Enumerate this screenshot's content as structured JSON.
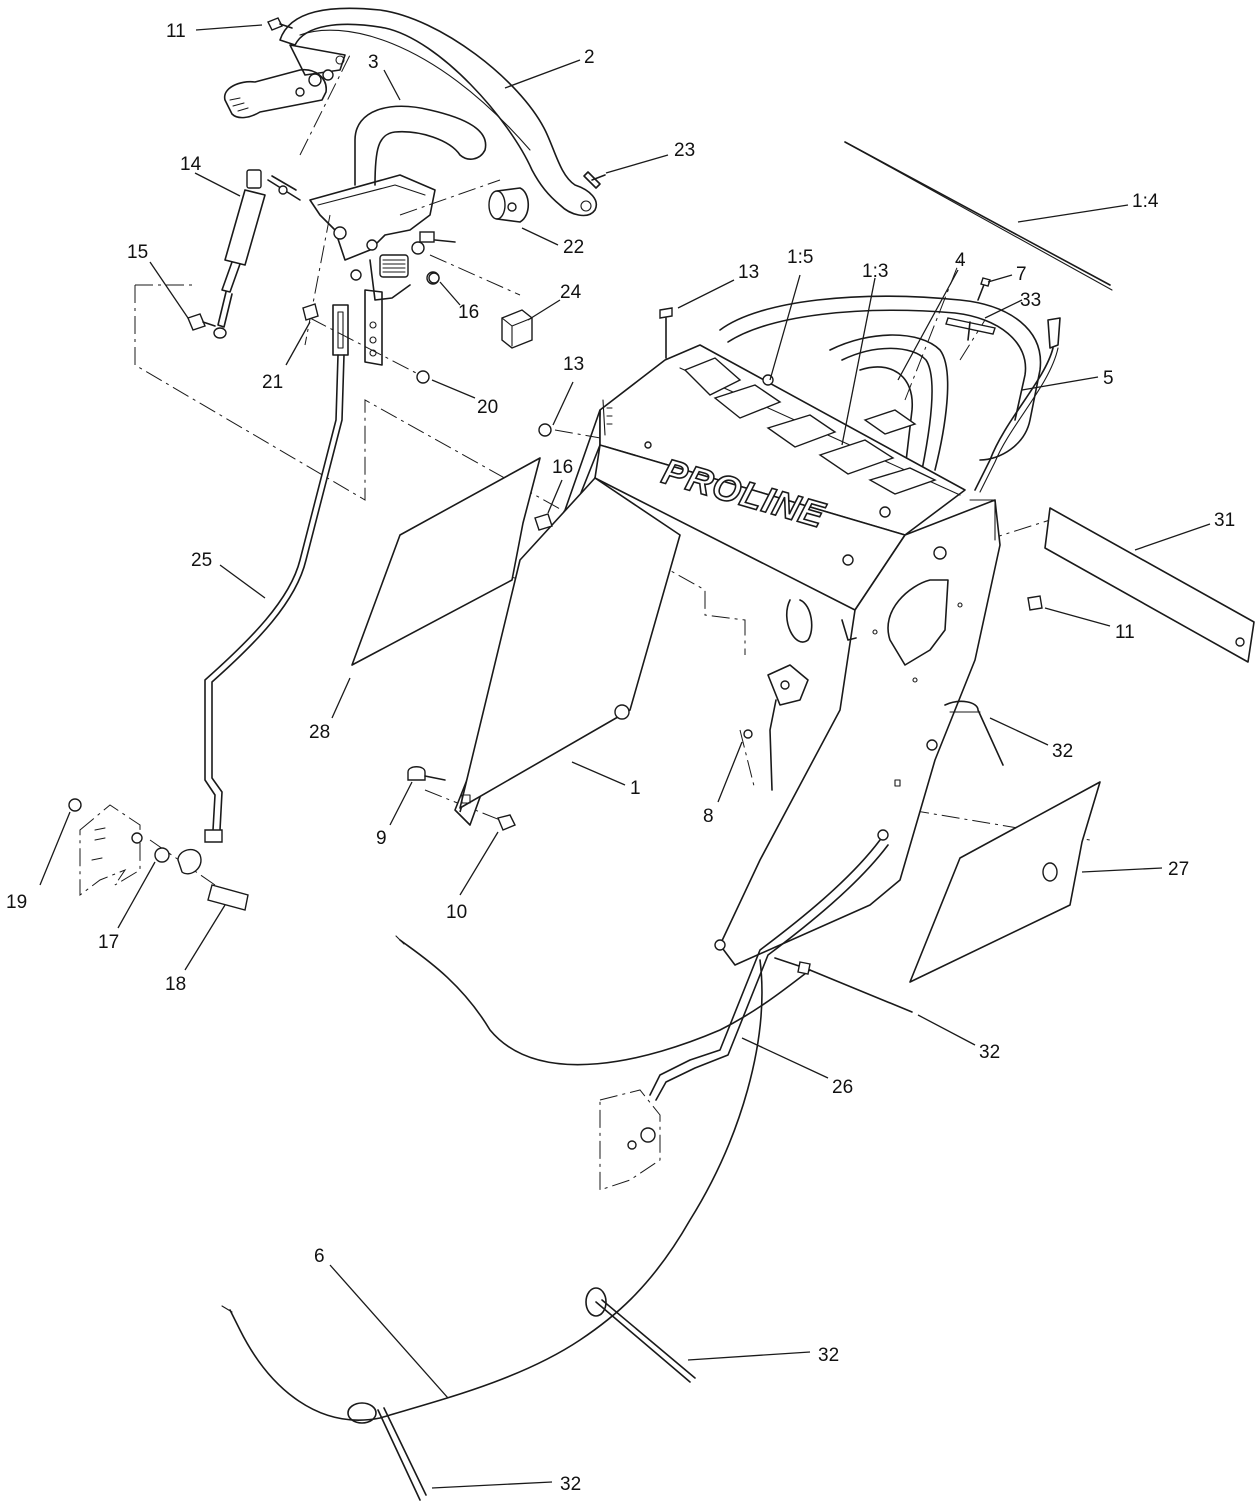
{
  "brand_text": "PROLINE",
  "callouts": [
    {
      "id": "c-11a",
      "label": "11"
    },
    {
      "id": "c-2",
      "label": "2"
    },
    {
      "id": "c-3",
      "label": "3"
    },
    {
      "id": "c-23",
      "label": "23"
    },
    {
      "id": "c-14",
      "label": "14"
    },
    {
      "id": "c-22",
      "label": "22"
    },
    {
      "id": "c-1-4",
      "label": "1:4"
    },
    {
      "id": "c-15",
      "label": "15"
    },
    {
      "id": "c-13a",
      "label": "13"
    },
    {
      "id": "c-1-5",
      "label": "1:5"
    },
    {
      "id": "c-1-3",
      "label": "1:3"
    },
    {
      "id": "c-4",
      "label": "4"
    },
    {
      "id": "c-7",
      "label": "7"
    },
    {
      "id": "c-24",
      "label": "24"
    },
    {
      "id": "c-33",
      "label": "33"
    },
    {
      "id": "c-16a",
      "label": "16"
    },
    {
      "id": "c-21",
      "label": "21"
    },
    {
      "id": "c-20",
      "label": "20"
    },
    {
      "id": "c-13b",
      "label": "13"
    },
    {
      "id": "c-5",
      "label": "5"
    },
    {
      "id": "c-16b",
      "label": "16"
    },
    {
      "id": "c-25",
      "label": "25"
    },
    {
      "id": "c-31",
      "label": "31"
    },
    {
      "id": "c-11b",
      "label": "11"
    },
    {
      "id": "c-28",
      "label": "28"
    },
    {
      "id": "c-32a",
      "label": "32"
    },
    {
      "id": "c-1",
      "label": "1"
    },
    {
      "id": "c-9",
      "label": "9"
    },
    {
      "id": "c-8",
      "label": "8"
    },
    {
      "id": "c-10",
      "label": "10"
    },
    {
      "id": "c-27",
      "label": "27"
    },
    {
      "id": "c-19",
      "label": "19"
    },
    {
      "id": "c-17",
      "label": "17"
    },
    {
      "id": "c-18",
      "label": "18"
    },
    {
      "id": "c-32b",
      "label": "32"
    },
    {
      "id": "c-26",
      "label": "26"
    },
    {
      "id": "c-6",
      "label": "6"
    },
    {
      "id": "c-32c",
      "label": "32"
    },
    {
      "id": "c-32d",
      "label": "32"
    }
  ]
}
